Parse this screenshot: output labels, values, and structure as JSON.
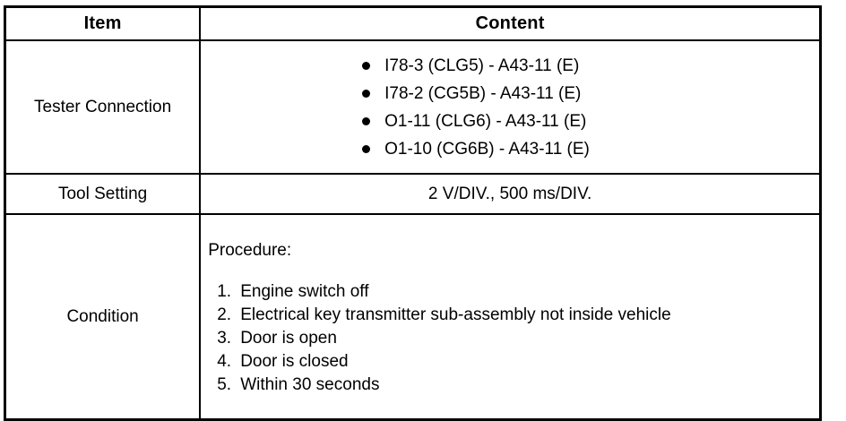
{
  "table": {
    "header": {
      "item_label": "Item",
      "content_label": "Content"
    },
    "rows": {
      "tester_connection": {
        "item_label": "Tester Connection",
        "bullet_marker": "filled-circle-bullet",
        "connections": [
          "I78-3 (CLG5) - A43-11 (E)",
          "I78-2 (CG5B) - A43-11 (E)",
          "O1-11 (CLG6) - A43-11 (E)",
          "O1-10 (CG6B) - A43-11 (E)"
        ]
      },
      "tool_setting": {
        "item_label": "Tool Setting",
        "value": "2 V/DIV., 500 ms/DIV."
      },
      "condition": {
        "item_label": "Condition",
        "procedure_title": "Procedure:",
        "steps": [
          {
            "number": "1.",
            "text": "Engine switch off"
          },
          {
            "number": "2.",
            "text": "Electrical key transmitter sub-assembly not inside vehicle"
          },
          {
            "number": "3.",
            "text": "Door is open"
          },
          {
            "number": "4.",
            "text": "Door is closed"
          },
          {
            "number": "5.",
            "text": "Within 30 seconds"
          }
        ]
      }
    }
  },
  "colors": {
    "background": "#ffffff",
    "text": "#000000",
    "border": "#000000"
  }
}
